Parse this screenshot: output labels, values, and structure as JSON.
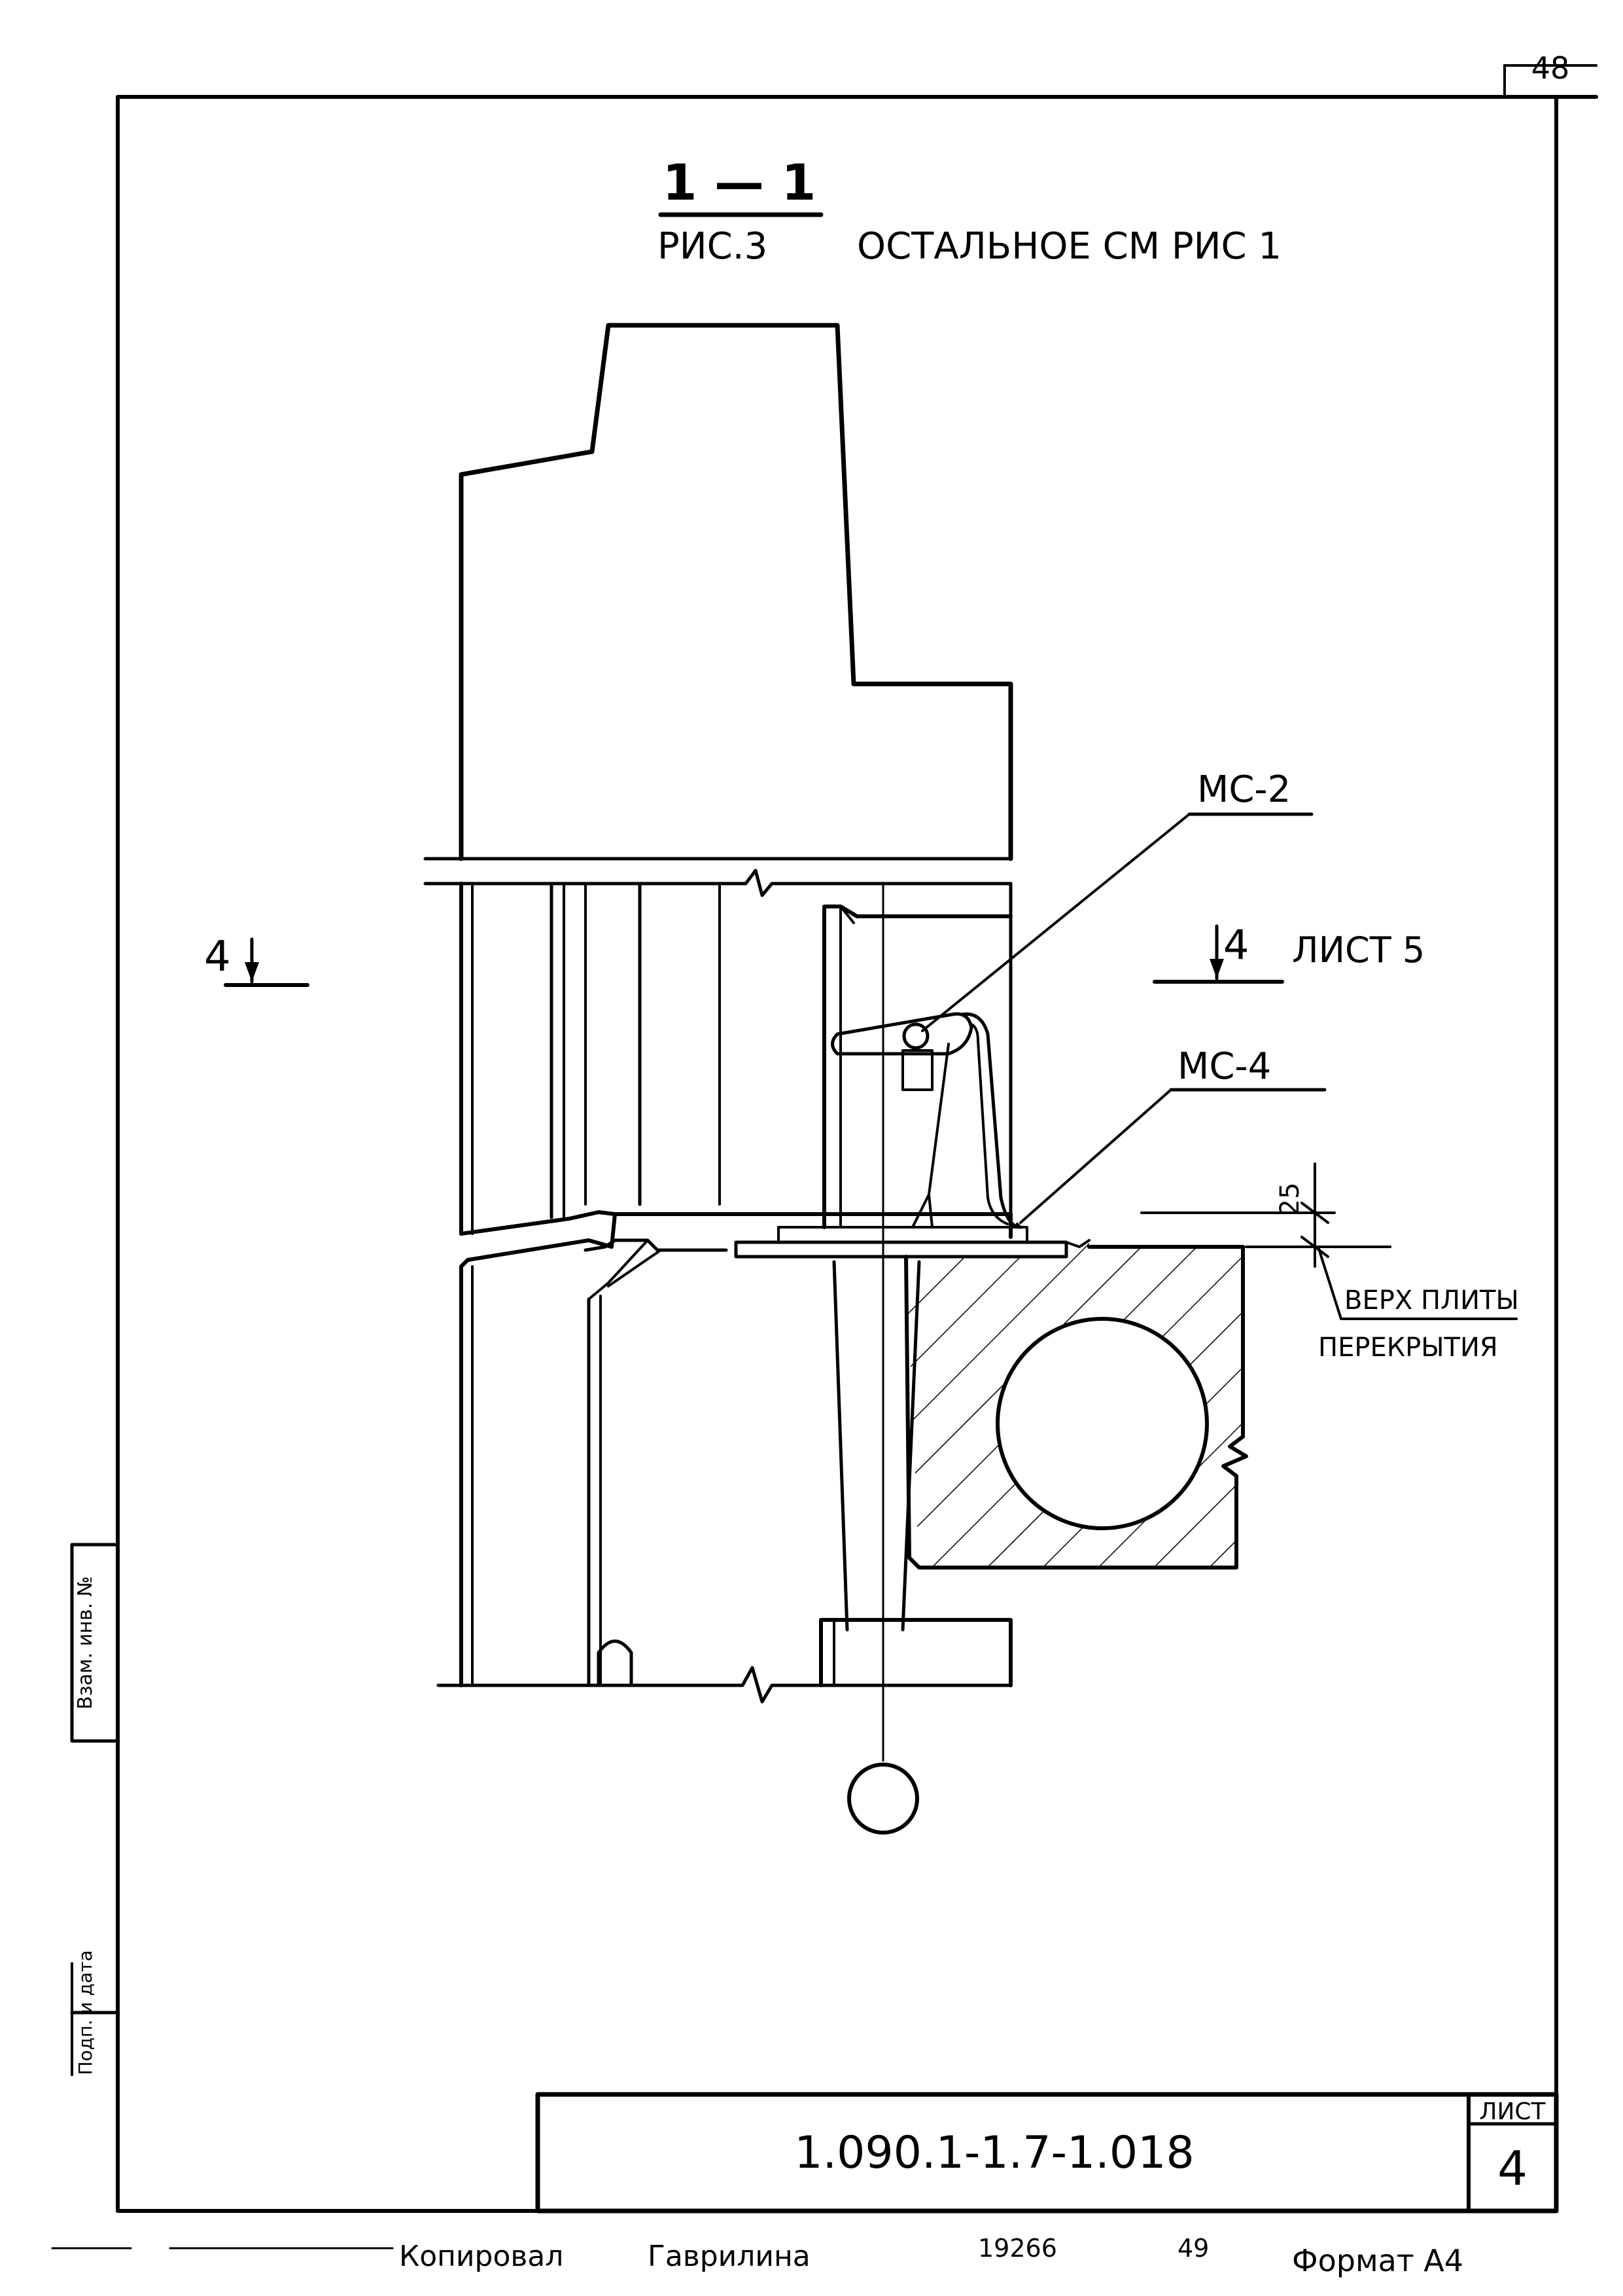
{
  "sheet_corner_number": "48",
  "section": {
    "mark": "1 — 1",
    "figure_ref": "РИС.3",
    "note": "ОСТАЛЬНОЕ СМ РИС 1"
  },
  "callouts": {
    "ms2": "МС-2",
    "ms4": "МС-4",
    "cut_left": "4",
    "cut_right": "4",
    "cut_right_sheet": "ЛИСТ 5",
    "dimension": "25",
    "slab_top_line1": "ВЕРХ ПЛИТЫ",
    "slab_top_line2": "ПЕРЕКРЫТИЯ"
  },
  "title_block": {
    "code": "1.090.1-1.7-1.018",
    "sheet_label": "ЛИСТ",
    "sheet_number": "4"
  },
  "side_stamps": {
    "upper": "Взам. инв. №",
    "lower": "Подп. и дата"
  },
  "footer": {
    "copied": "Копировал",
    "name": "Гаврилина",
    "order": "19266",
    "number": "49",
    "format": "Формат А4"
  }
}
